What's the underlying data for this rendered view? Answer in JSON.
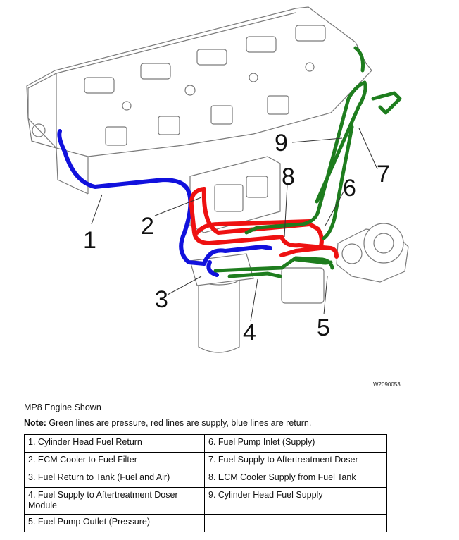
{
  "figure": {
    "code": "W2090053",
    "callouts": [
      "1",
      "2",
      "3",
      "4",
      "5",
      "6",
      "7",
      "8",
      "9"
    ],
    "colors": {
      "pressure": "#1e7d1e",
      "supply": "#ee1111",
      "return": "#1111dd",
      "outline": "#7a7a7a"
    }
  },
  "caption": "MP8 Engine Shown",
  "note": {
    "label": "Note:",
    "text": " Green lines are pressure, red lines are supply, blue lines are return."
  },
  "legend": {
    "rows": [
      [
        "1. Cylinder Head Fuel Return",
        "6. Fuel Pump Inlet (Supply)"
      ],
      [
        "2. ECM Cooler to Fuel Filter",
        "7. Fuel Supply to Aftertreatment Doser"
      ],
      [
        "3. Fuel Return to Tank (Fuel and Air)",
        "8. ECM Cooler Supply from Fuel Tank"
      ],
      [
        "4. Fuel Supply to Aftertreatment Doser Module",
        "9. Cylinder Head Fuel Supply"
      ],
      [
        "5. Fuel Pump Outlet (Pressure)",
        ""
      ]
    ]
  }
}
